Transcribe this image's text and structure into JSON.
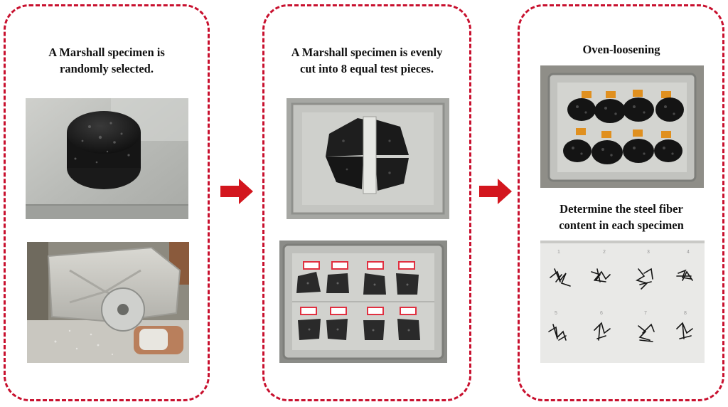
{
  "panels": [
    {
      "title_line1": "A Marshall specimen is",
      "title_line2": "randomly selected."
    },
    {
      "title_line1": "A Marshall specimen is evenly",
      "title_line2": "cut into 8 equal test pieces."
    },
    {
      "title_line1": "Oven-loosening",
      "subtitle_line1": "Determine the steel fiber",
      "subtitle_line2": "content in each specimen"
    }
  ],
  "icons": {
    "flow_arrow": "right-arrow-icon"
  },
  "colors": {
    "dashed_border": "#c8102e",
    "arrow_fill": "#d3161e",
    "tag_border": "#e03040"
  }
}
